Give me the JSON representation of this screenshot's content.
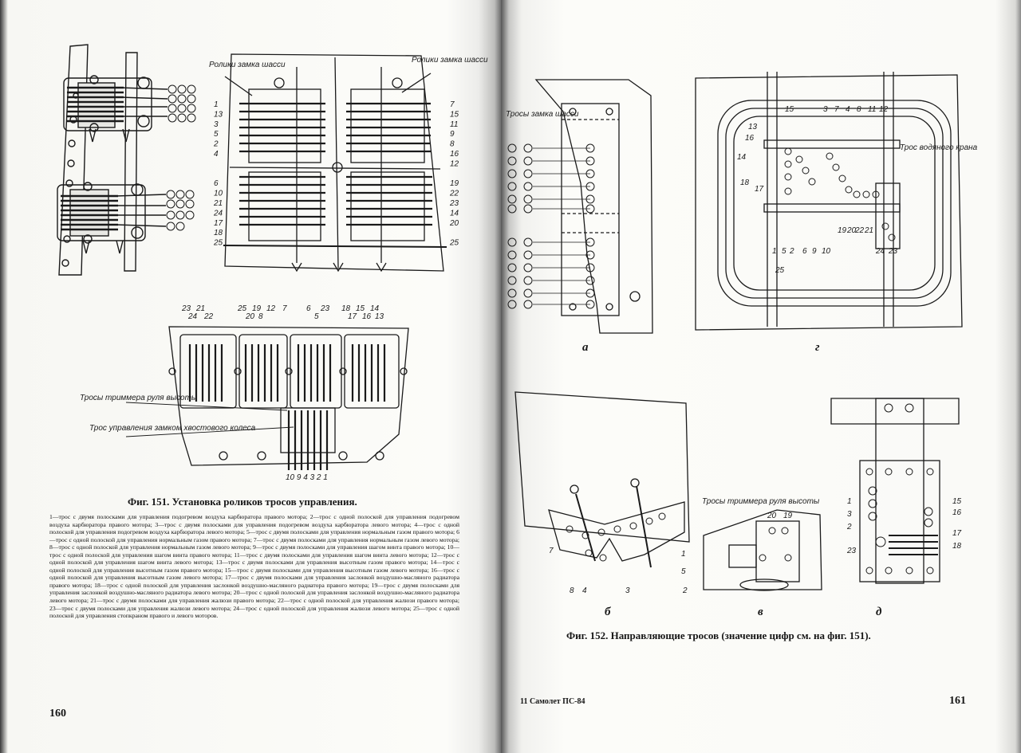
{
  "left_page": {
    "fig151_top_left_labels": [],
    "fig151_top_right": {
      "label_left": "Ролики замка шасси",
      "label_right": "Ролики замка шасси",
      "left_numbers": [
        "1",
        "13",
        "3",
        "5",
        "2",
        "4",
        "",
        "",
        "6",
        "10",
        "21",
        "24",
        "17",
        "18",
        "25"
      ],
      "right_numbers": [
        "7",
        "15",
        "11",
        "9",
        "8",
        "16",
        "12",
        "",
        "19",
        "22",
        "23",
        "14",
        "20",
        "",
        "25"
      ]
    },
    "fig151_bottom": {
      "top_numbers": [
        "23",
        "21",
        "24",
        "22",
        "25",
        "19",
        "20",
        "8",
        "12",
        "7",
        "6",
        "23",
        "5",
        "18",
        "15",
        "14",
        "17",
        "16",
        "13"
      ],
      "label_1": "Тросы триммера руля высоты",
      "label_2": "Трос управления замком хвостового колеса",
      "bottom_numbers": "10 9 4 3 2 1"
    },
    "caption": "Фиг. 151. Установка роликов тросов управления.",
    "legend": "1—трос с двумя полосками для управления подогревом воздуха карбюратора правого мотора; 2—трос с одной полоской для управления подогревом воздуха карбюратора правого мотора; 3—трос с двумя полосками для управления подогревом воздуха карбюратора левого мотора; 4—трос с одной полоской для управления подогревом воздуха карбюратора левого мотора; 5—трос с двумя полосками для управления нормальным газом правого мотора; 6—трос с одной полоской для управления нормальным газом правого мотора; 7—трос с двумя полосками для управления нормальным газом левого мотора; 8—трос с одной полоской для управления нормальным газом левого мотора; 9—трос с двумя полосками для управления шагом винта правого мотора; 10—трос с одной полоской для управления шагом винта правого мотора; 11—трос с двумя полосками для управления шагом винта левого мотора; 12—трос с одной полоской для управления шагом винта левого мотора; 13—трос с двумя полосками для управления высотным газом правого мотора; 14—трос с одной полоской для управления высотным газом правого мотора; 15—трос с двумя полосками для управления высотным газом левого мотора; 16—трос с одной полоской для управления высотным газом левого мотора; 17—трос с двумя полосками для управления заслонкой воздушно-масляного радиатора правого мотора; 18—трос с одной полоской для управления заслонкой воздушно-масляного радиатора правого мотора; 19—трос с двумя полосками для управления заслонкой воздушно-масляного радиатора левого мотора; 20—трос с одной полоской для управления заслонкой воздушно-масляного радиатора левого мотора; 21—трос с двумя полосками для управления жалюзи правого мотора; 22—трос с одной полоской для управления жалюзи правого мотора; 23—трос с двумя полосками для управления жалюзи левого мотора; 24—трос с одной полоской для управления жалюзи левого мотора; 25—трос с одной полоской для управления стопкраном правого и левого моторов.",
    "page_number": "160"
  },
  "right_page": {
    "fig_a": {
      "label": "Тросы замка шасси",
      "sub": "а"
    },
    "fig_g": {
      "numbers_top": [
        "15",
        "3",
        "7",
        "4",
        "8",
        "11",
        "12"
      ],
      "numbers_left": [
        "13",
        "16",
        "14",
        "18",
        "17"
      ],
      "numbers_bottom": [
        "1",
        "5",
        "2",
        "6",
        "9",
        "10",
        "19",
        "20",
        "22",
        "21",
        "24",
        "23",
        "25"
      ],
      "label": "Трос водяного крана",
      "sub": "г"
    },
    "fig_b": {
      "numbers": [
        "7",
        "8",
        "4",
        "3",
        "1",
        "5",
        "2"
      ],
      "sub": "б"
    },
    "fig_v": {
      "label": "Тросы триммера руля высоты",
      "numbers": [
        "20",
        "19"
      ],
      "sub": "в"
    },
    "fig_d": {
      "numbers_left": [
        "1",
        "3",
        "2",
        "23"
      ],
      "numbers_right": [
        "15",
        "16",
        "17",
        "18"
      ],
      "sub": "д"
    },
    "caption": "Фиг. 152. Направляющие тросов (значение цифр см. на фиг. 151).",
    "footer_left": "11  Самолет ПС-84",
    "page_number": "161"
  }
}
